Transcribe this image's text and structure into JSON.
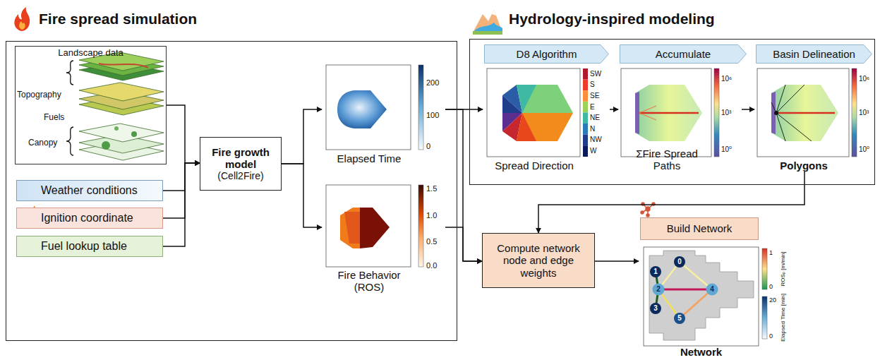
{
  "diagram": {
    "nodes": [
      {
        "text": [
          "Fire spread simulation"
        ]
      },
      {
        "text": [
          "Landscape data"
        ],
        "in": 0
      },
      {
        "text": [
          "Weather conditions"
        ],
        "in": 0
      },
      {
        "text": [
          "Ignition coordinate"
        ],
        "in": 0
      },
      {
        "text": [
          "Fuel lookup table"
        ],
        "in": 0
      },
      {
        "text": [
          "Fire growth model",
          "(Cell2Fire)"
        ],
        "in": 0
      },
      {
        "text": [
          "Elapsed Time"
        ],
        "in": 0
      },
      {
        "text": [
          "Fire Behavior (ROS)"
        ],
        "in": 0
      },
      {
        "text": [
          "Hydrology-inspired modeling"
        ]
      },
      {
        "text": [
          "D8 Algorithm"
        ],
        "in": 8
      },
      {
        "text": [
          "Accumulate"
        ],
        "in": 8
      },
      {
        "text": [
          "Basin Delineation"
        ],
        "in": 8
      },
      {
        "text": [
          "Spread Direction"
        ],
        "in": 8
      },
      {
        "text": [
          "ΣFire Spread Paths"
        ],
        "in": 8
      },
      {
        "text": [
          "Polygons"
        ],
        "in": 8
      },
      {
        "text": [
          "Compute network node and edge weights"
        ]
      },
      {
        "text": [
          "Build Network"
        ]
      },
      {
        "text": [
          "Network"
        ]
      }
    ],
    "edges": [
      {
        "from": 1,
        "to": 5,
        "arrow": "to"
      },
      {
        "from": 2,
        "to": 5,
        "arrow": "to"
      },
      {
        "from": 3,
        "to": 5,
        "arrow": "to"
      },
      {
        "from": 4,
        "to": 5,
        "arrow": "to"
      },
      {
        "from": 5,
        "to": 6,
        "arrow": "to"
      },
      {
        "from": 5,
        "to": 7,
        "arrow": "to"
      },
      {
        "from": 6,
        "to": 12,
        "arrow": "to"
      },
      {
        "from": 6,
        "to": 15,
        "arrow": "to"
      },
      {
        "from": 7,
        "to": 15,
        "arrow": "to"
      },
      {
        "from": 12,
        "to": 13,
        "arrow": "to"
      },
      {
        "from": 13,
        "to": 14,
        "arrow": "to"
      },
      {
        "from": 14,
        "to": 15,
        "arrow": "to"
      },
      {
        "from": 15,
        "to": 17,
        "arrow": "to"
      }
    ],
    "labels": [
      "Topography",
      "Fuels",
      "Canopy",
      "200",
      "100",
      "0",
      "1.5",
      "1.0",
      "0.5",
      "0.0",
      "SW",
      "S",
      "SE",
      "E",
      "NE",
      "N",
      "NW",
      "W",
      "10⁶",
      "10³",
      "10⁰",
      "10⁶",
      "10³",
      "10⁰",
      "0",
      "1",
      "2",
      "3",
      "4",
      "5",
      "1",
      "0",
      "ROSₚ [m/min]",
      "20",
      "0",
      "Elapsed Time [min]"
    ]
  }
}
